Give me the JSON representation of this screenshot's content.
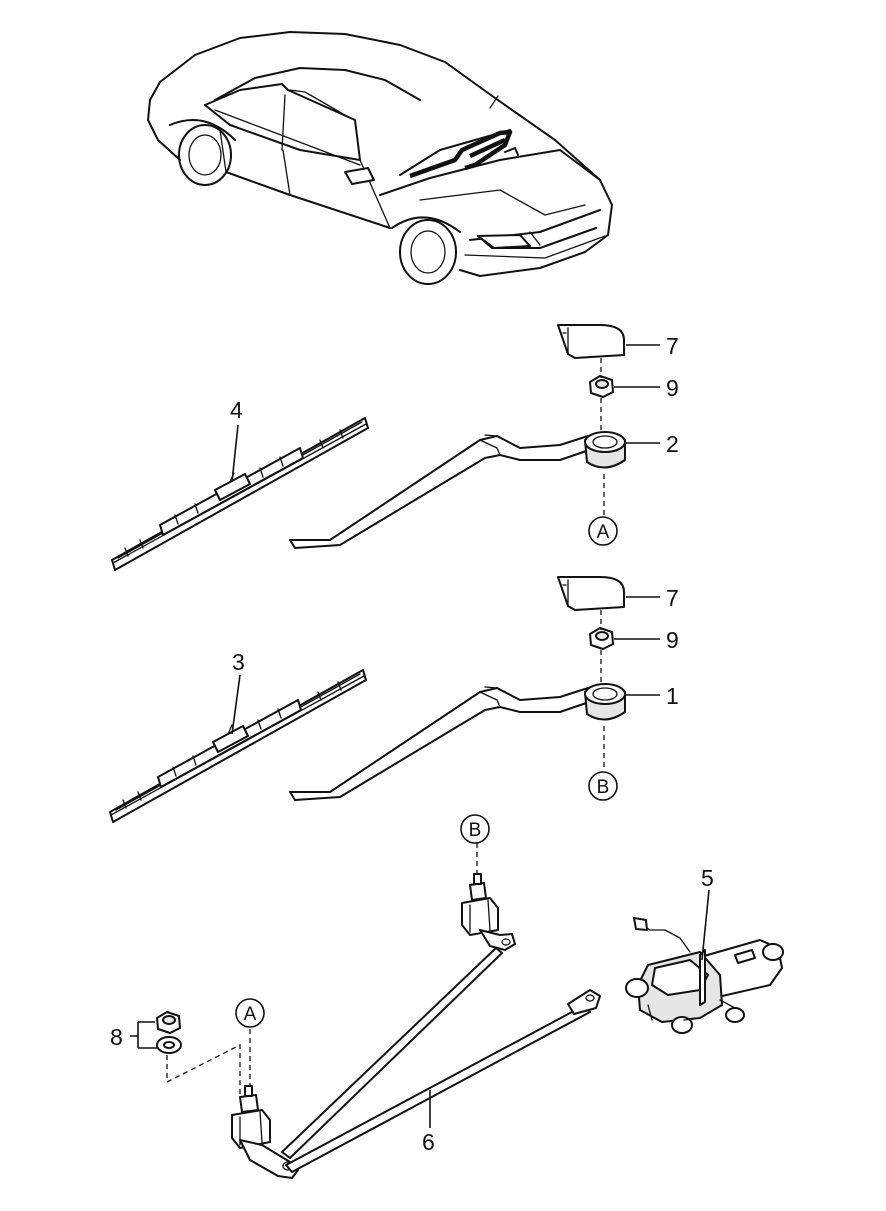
{
  "callouts": {
    "n1": "1",
    "n2": "2",
    "n3": "3",
    "n4": "4",
    "n5": "5",
    "n6": "6",
    "n7a": "7",
    "n7b": "7",
    "n8": "8",
    "n9a": "9",
    "n9b": "9"
  },
  "refs": {
    "a_top": "A",
    "b_top": "B",
    "a_bottom": "A",
    "b_bottom": "B"
  }
}
